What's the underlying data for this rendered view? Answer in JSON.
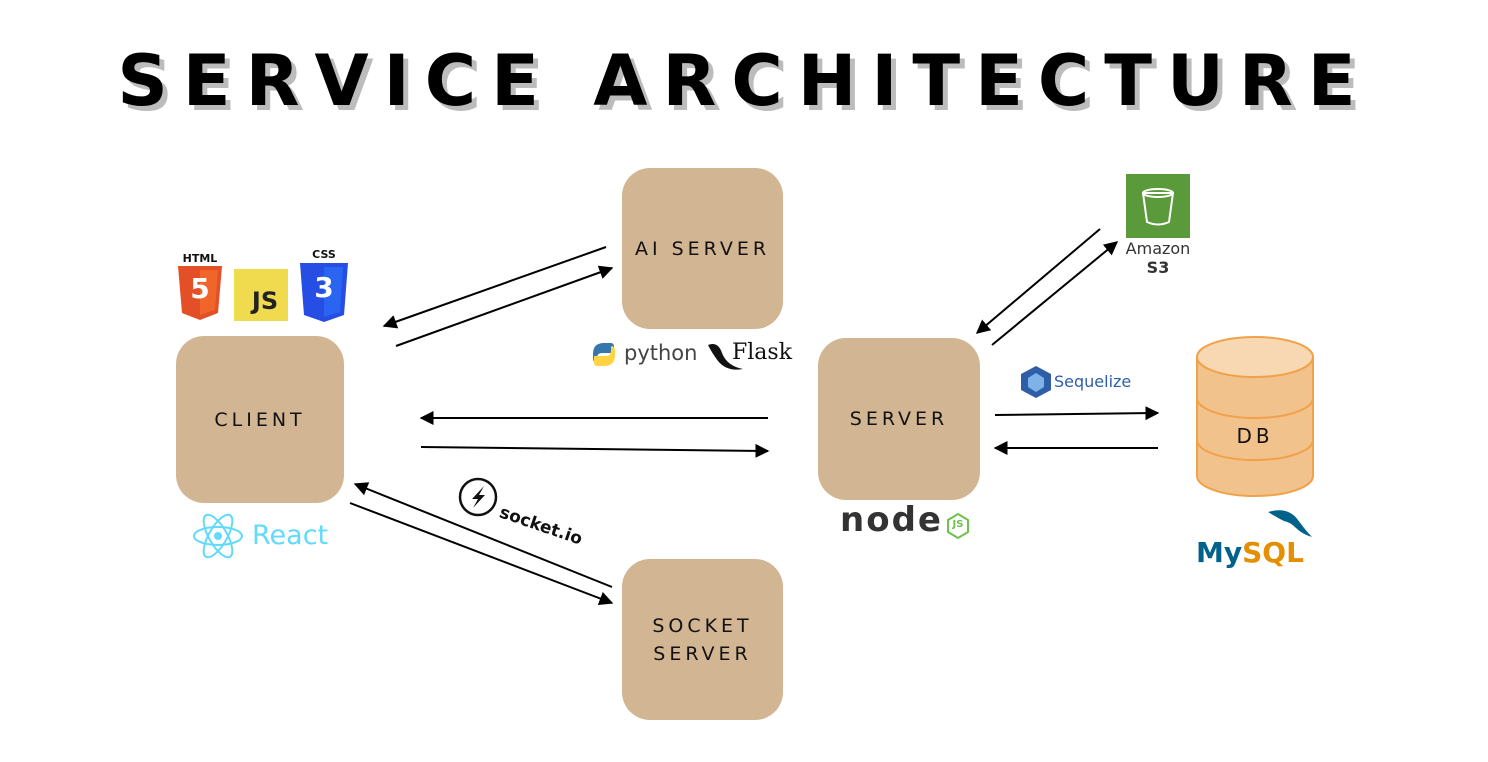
{
  "title": "SERVICE ARCHITECTURE",
  "nodes": {
    "client": "CLIENT",
    "ai_server": "AI SERVER",
    "server": "SERVER",
    "socket_server": "SOCKET\nSERVER",
    "db": "DB"
  },
  "logos": {
    "html": "HTML",
    "html_num": "5",
    "js": "JS",
    "css": "CSS",
    "css_num": "3",
    "react": "React",
    "python": "python",
    "flask": "Flask",
    "node": "node",
    "node_js": "JS",
    "sequelize": "Sequelize",
    "amazon": "Amazon",
    "s3": "S3",
    "socketio": "socket.io",
    "mysql_my": "My",
    "mysql_sql": "SQL"
  },
  "colors": {
    "box": "#d2b592",
    "db_fill": "#f2c28c",
    "db_stroke": "#f0a24a",
    "html": "#e34f26",
    "css": "#264de4",
    "js": "#f0db4f",
    "react": "#61dafb",
    "s3": "#5a9a3a",
    "sequelize": "#2f5ea8",
    "mysql_blue": "#00618a",
    "mysql_orange": "#e48e00",
    "node_green": "#6cc24a"
  }
}
